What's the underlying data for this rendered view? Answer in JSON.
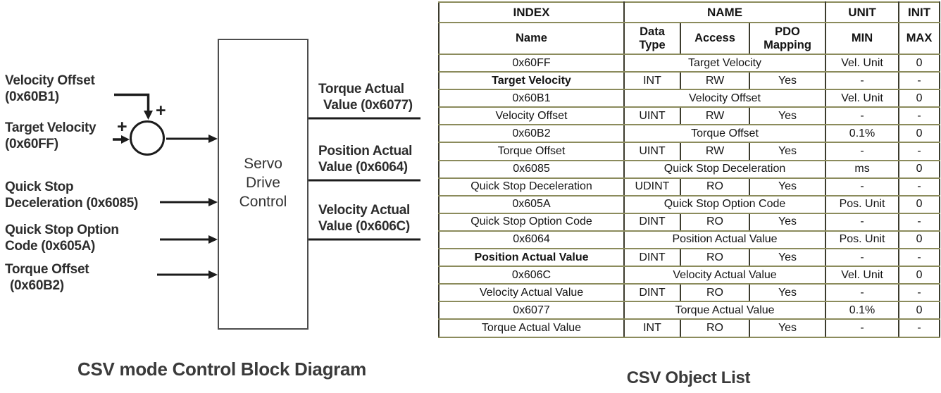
{
  "diagram": {
    "caption": "CSV mode Control Block Diagram",
    "block_label_lines": [
      "Servo",
      "Drive",
      "Control"
    ],
    "plus": "+",
    "inputs": [
      {
        "label_lines": [
          "Velocity Offset",
          "(0x60B1)"
        ]
      },
      {
        "label_lines": [
          "Target Velocity",
          "(0x60FF)"
        ]
      },
      {
        "label_lines": [
          "Quick Stop",
          "Deceleration (0x6085)"
        ]
      },
      {
        "label_lines": [
          "Quick Stop Option",
          "Code (0x605A)"
        ]
      },
      {
        "label_lines": [
          "Torque Offset",
          "(0x60B2)"
        ]
      }
    ],
    "outputs": [
      {
        "label_lines": [
          "Torque Actual",
          "Value (0x6077)"
        ]
      },
      {
        "label_lines": [
          "Position Actual",
          "Value (0x6064)"
        ]
      },
      {
        "label_lines": [
          "Velocity Actual",
          "Value (0x606C)"
        ]
      }
    ]
  },
  "table": {
    "caption": "CSV Object List",
    "header_row1": [
      "INDEX",
      "NAME",
      "UNIT",
      "INIT"
    ],
    "header_row2": [
      "Name",
      "Data\nType",
      "Access",
      "PDO\nMapping",
      "MIN",
      "MAX"
    ],
    "rows": [
      {
        "kind": "index",
        "index": "0x60FF",
        "name": "Target Velocity",
        "unit": "Vel. Unit",
        "init": "0"
      },
      {
        "kind": "detail",
        "name": "Target Velocity",
        "bold": true,
        "data_type": "INT",
        "access": "RW",
        "pdo_mapping": "Yes",
        "min": "-",
        "max": "-"
      },
      {
        "kind": "index",
        "index": "0x60B1",
        "name": "Velocity Offset",
        "unit": "Vel. Unit",
        "init": "0"
      },
      {
        "kind": "detail",
        "name": "Velocity Offset",
        "bold": false,
        "data_type": "UINT",
        "access": "RW",
        "pdo_mapping": "Yes",
        "min": "-",
        "max": "-"
      },
      {
        "kind": "index",
        "index": "0x60B2",
        "name": "Torque Offset",
        "unit": "0.1%",
        "init": "0"
      },
      {
        "kind": "detail",
        "name": "Torque Offset",
        "bold": false,
        "data_type": "UINT",
        "access": "RW",
        "pdo_mapping": "Yes",
        "min": "-",
        "max": "-"
      },
      {
        "kind": "index",
        "index": "0x6085",
        "name": "Quick Stop Deceleration",
        "unit": "ms",
        "init": "0"
      },
      {
        "kind": "detail",
        "name": "Quick Stop Deceleration",
        "bold": false,
        "data_type": "UDINT",
        "access": "RO",
        "pdo_mapping": "Yes",
        "min": "-",
        "max": "-"
      },
      {
        "kind": "index",
        "index": "0x605A",
        "name": "Quick Stop Option Code",
        "unit": "Pos. Unit",
        "init": "0"
      },
      {
        "kind": "detail",
        "name": "Quick Stop Option Code",
        "bold": false,
        "data_type": "DINT",
        "access": "RO",
        "pdo_mapping": "Yes",
        "min": "-",
        "max": "-"
      },
      {
        "kind": "index",
        "index": "0x6064",
        "name": "Position Actual Value",
        "unit": "Pos. Unit",
        "init": "0"
      },
      {
        "kind": "detail",
        "name": "Position Actual Value",
        "bold": true,
        "data_type": "DINT",
        "access": "RO",
        "pdo_mapping": "Yes",
        "min": "-",
        "max": "-"
      },
      {
        "kind": "index",
        "index": "0x606C",
        "name": "Velocity Actual Value",
        "unit": "Vel. Unit",
        "init": "0"
      },
      {
        "kind": "detail",
        "name": "Velocity Actual Value",
        "bold": false,
        "data_type": "DINT",
        "access": "RO",
        "pdo_mapping": "Yes",
        "min": "-",
        "max": "-"
      },
      {
        "kind": "index",
        "index": "0x6077",
        "name": "Torque Actual Value",
        "unit": "0.1%",
        "init": "0"
      },
      {
        "kind": "detail",
        "name": "Torque Actual Value",
        "bold": false,
        "data_type": "INT",
        "access": "RO",
        "pdo_mapping": "Yes",
        "min": "-",
        "max": "-"
      }
    ]
  }
}
